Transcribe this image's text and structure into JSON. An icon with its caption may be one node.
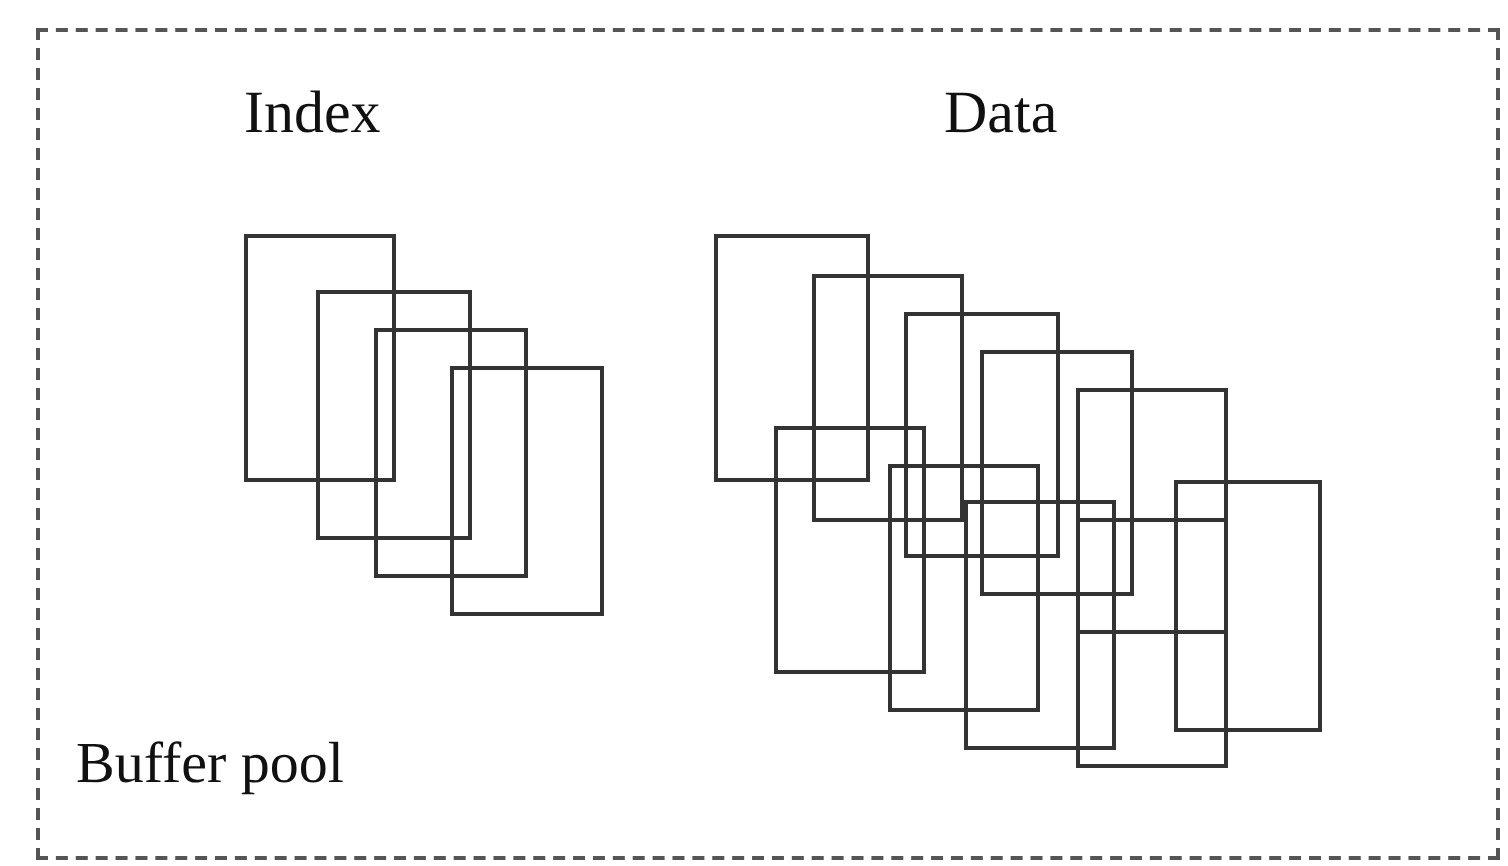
{
  "diagram": {
    "nodes": [
      {
        "text": [
          "Buffer pool"
        ]
      },
      {
        "text": [],
        "shape": "box",
        "in": 0
      },
      {
        "text": [],
        "shape": "box",
        "in": 0
      },
      {
        "text": [],
        "shape": "box",
        "in": 0
      },
      {
        "text": [],
        "shape": "box",
        "in": 0
      },
      {
        "text": [],
        "shape": "box",
        "in": 0
      },
      {
        "text": [],
        "shape": "box",
        "in": 0
      },
      {
        "text": [],
        "shape": "box",
        "in": 0
      },
      {
        "text": [],
        "shape": "box",
        "in": 0
      },
      {
        "text": [],
        "shape": "box",
        "in": 0
      },
      {
        "text": [],
        "shape": "box",
        "in": 0
      },
      {
        "text": [],
        "shape": "box",
        "in": 0
      },
      {
        "text": [],
        "shape": "box",
        "in": 0
      },
      {
        "text": [],
        "shape": "box",
        "in": 0
      },
      {
        "text": [],
        "shape": "box",
        "in": 0
      }
    ],
    "labels": [
      "Index",
      "Data"
    ]
  }
}
